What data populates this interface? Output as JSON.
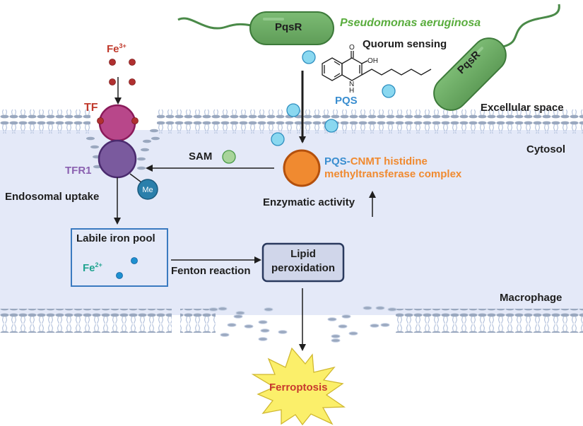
{
  "title": "PQS-mediated ferroptosis in macrophages",
  "regions": {
    "extracellular": "Excellular space",
    "cytosol": "Cytosol",
    "cell": "Macrophage"
  },
  "bacterium": {
    "species": "Pseudomonas aeruginosa",
    "cell_label_1": "PqsR",
    "cell_label_2": "PqsR",
    "signaling": "Quorum sensing",
    "molecule": "PQS",
    "molecule_atoms": {
      "oxo": "O",
      "hydroxyl": "OH",
      "amine_n": "N",
      "amine_h": "H"
    }
  },
  "iron": {
    "fe3_base": "Fe",
    "fe3_charge": "3+",
    "fe2_base": "Fe",
    "fe2_charge": "2+"
  },
  "receptor": {
    "tf": "TF",
    "tfr1": "TFR1",
    "methyl": "Me"
  },
  "pathway": {
    "endosomal": "Endosomal uptake",
    "labile_pool": "Labile iron pool",
    "fenton": "Fenton reaction",
    "lipid_line1": "Lipid",
    "lipid_line2": "peroxidation",
    "sam": "SAM",
    "complex_pqs": "PQS-",
    "complex_rest1": "CNMT histidine",
    "complex_line2": "methyltransferase complex",
    "enzymatic": "Enzymatic activity",
    "outcome": "Ferroptosis"
  },
  "colors": {
    "bacteria_green": "#6aa864",
    "species_green": "#5aad3e",
    "fe3_red": "#c0392b",
    "tf_magenta": "#b8478a",
    "tfr1_purple": "#7a5a9e",
    "me_blue": "#2a7fab",
    "pqs_blue": "#3a8ed0",
    "pqs_dot": "#8ad8f0",
    "complex_orange": "#f08a30",
    "fe2_teal": "#1fa38f",
    "cytosol_fill": "#e4e9f8",
    "burst_yellow": "#fbef6a",
    "ferroptosis_red": "#c83a2e"
  }
}
